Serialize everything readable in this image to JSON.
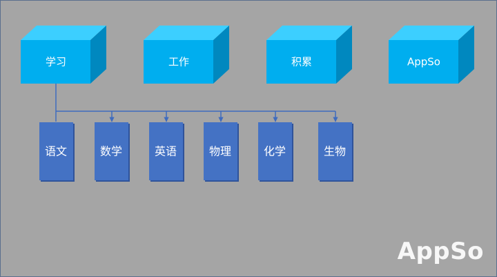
{
  "diagram": {
    "top_nodes": [
      {
        "label": "学习"
      },
      {
        "label": "工作"
      },
      {
        "label": "积累"
      },
      {
        "label": "AppSo"
      }
    ],
    "sub_nodes": [
      {
        "label": "语文"
      },
      {
        "label": "数学"
      },
      {
        "label": "英语"
      },
      {
        "label": "物理"
      },
      {
        "label": "化学"
      },
      {
        "label": "生物"
      }
    ],
    "colors": {
      "background": "#a5a5a5",
      "cube_front": "#00aeef",
      "cube_top": "#3ccfff",
      "cube_side": "#0088bf",
      "sub_box": "#4472c4",
      "sub_box_shadow": "#2f539a",
      "connector": "#3e6bbf"
    }
  },
  "watermark": {
    "text": "AppSo"
  }
}
